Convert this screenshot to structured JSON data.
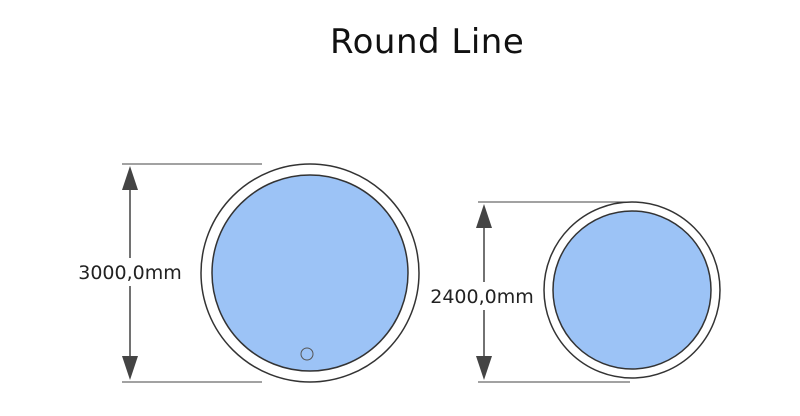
{
  "title": "Round Line",
  "items": [
    {
      "dimension_label": "3000,0mm"
    },
    {
      "dimension_label": "2400,0mm"
    }
  ],
  "colors": {
    "frame_fill": "#ffffff",
    "frame_stroke": "#333333",
    "mirror_fill": "#9cc3f6",
    "dimension_line": "#444444"
  }
}
